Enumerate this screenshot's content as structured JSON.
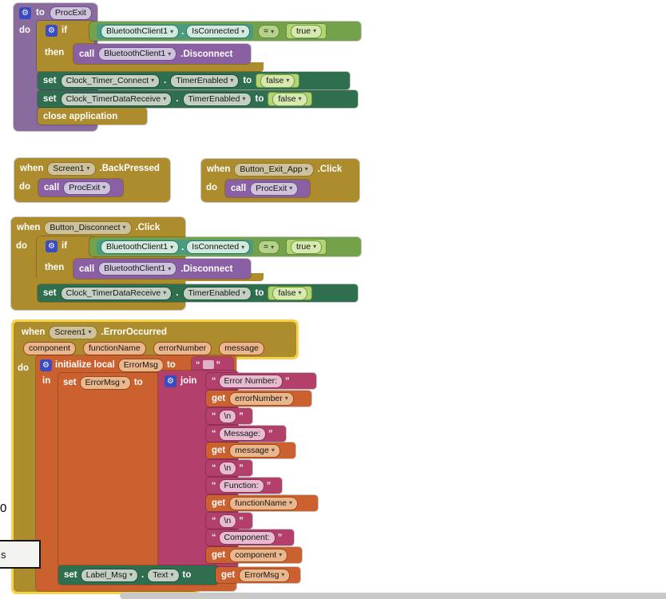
{
  "icons": {
    "gear": "⚙",
    "arrow": "▾",
    "oq": "“",
    "cq": "”"
  },
  "g1": {
    "to": "to",
    "name": "ProcExit",
    "do": "do",
    "if": "if",
    "then": "then",
    "cond": {
      "comp": "BluetoothClient1",
      "dot": ".",
      "prop": "IsConnected",
      "op": "=",
      "val": "true"
    },
    "call": {
      "kw": "call",
      "comp": "BluetoothClient1",
      "method": ".Disconnect"
    },
    "set1": {
      "kw": "set",
      "comp": "Clock_Timer_Connect",
      "dot": ".",
      "prop": "TimerEnabled",
      "to": "to",
      "val": "false"
    },
    "set2": {
      "kw": "set",
      "comp": "Clock_TimerDataReceive",
      "dot": ".",
      "prop": "TimerEnabled",
      "to": "to",
      "val": "false"
    },
    "close": "close application"
  },
  "g2": {
    "when": "when",
    "comp": "Screen1",
    "event": ".BackPressed",
    "do": "do",
    "call": "call",
    "proc": "ProcExit"
  },
  "g3": {
    "when": "when",
    "comp": "Button_Exit_App",
    "event": ".Click",
    "do": "do",
    "call": "call",
    "proc": "ProcExit"
  },
  "g4": {
    "when": "when",
    "comp": "Button_Disconnect",
    "event": ".Click",
    "do": "do",
    "if": "if",
    "then": "then",
    "cond": {
      "comp": "BluetoothClient1",
      "dot": ".",
      "prop": "IsConnected",
      "op": "=",
      "val": "true"
    },
    "call": {
      "kw": "call",
      "comp": "BluetoothClient1",
      "method": ".Disconnect"
    },
    "set": {
      "kw": "set",
      "comp": "Clock_TimerDataReceive",
      "dot": ".",
      "prop": "TimerEnabled",
      "to": "to",
      "val": "false"
    }
  },
  "g5": {
    "when": "when",
    "comp": "Screen1",
    "event": ".ErrorOccurred",
    "params": {
      "p1": "component",
      "p2": "functionName",
      "p3": "errorNumber",
      "p4": "message"
    },
    "do": "do",
    "in": "in",
    "init": {
      "kw": "initialize local",
      "name": "ErrorMsg",
      "to": "to"
    },
    "set": {
      "kw": "set",
      "name": "ErrorMsg",
      "to": "to"
    },
    "join": "join",
    "get_kw": "get",
    "newline": "\\n",
    "items": {
      "s1": "Error Number:",
      "g1": "errorNumber",
      "s3": "Message:",
      "g2": "message",
      "s5": "Function:",
      "g3": "functionName",
      "s7": "Component:",
      "g4": "component"
    },
    "setlbl": {
      "kw": "set",
      "comp": "Label_Msg",
      "dot": ".",
      "prop": "Text",
      "to": "to"
    },
    "get": {
      "kw": "get",
      "name": "ErrorMsg"
    }
  },
  "artifacts": {
    "num": "0",
    "letter": "s"
  }
}
